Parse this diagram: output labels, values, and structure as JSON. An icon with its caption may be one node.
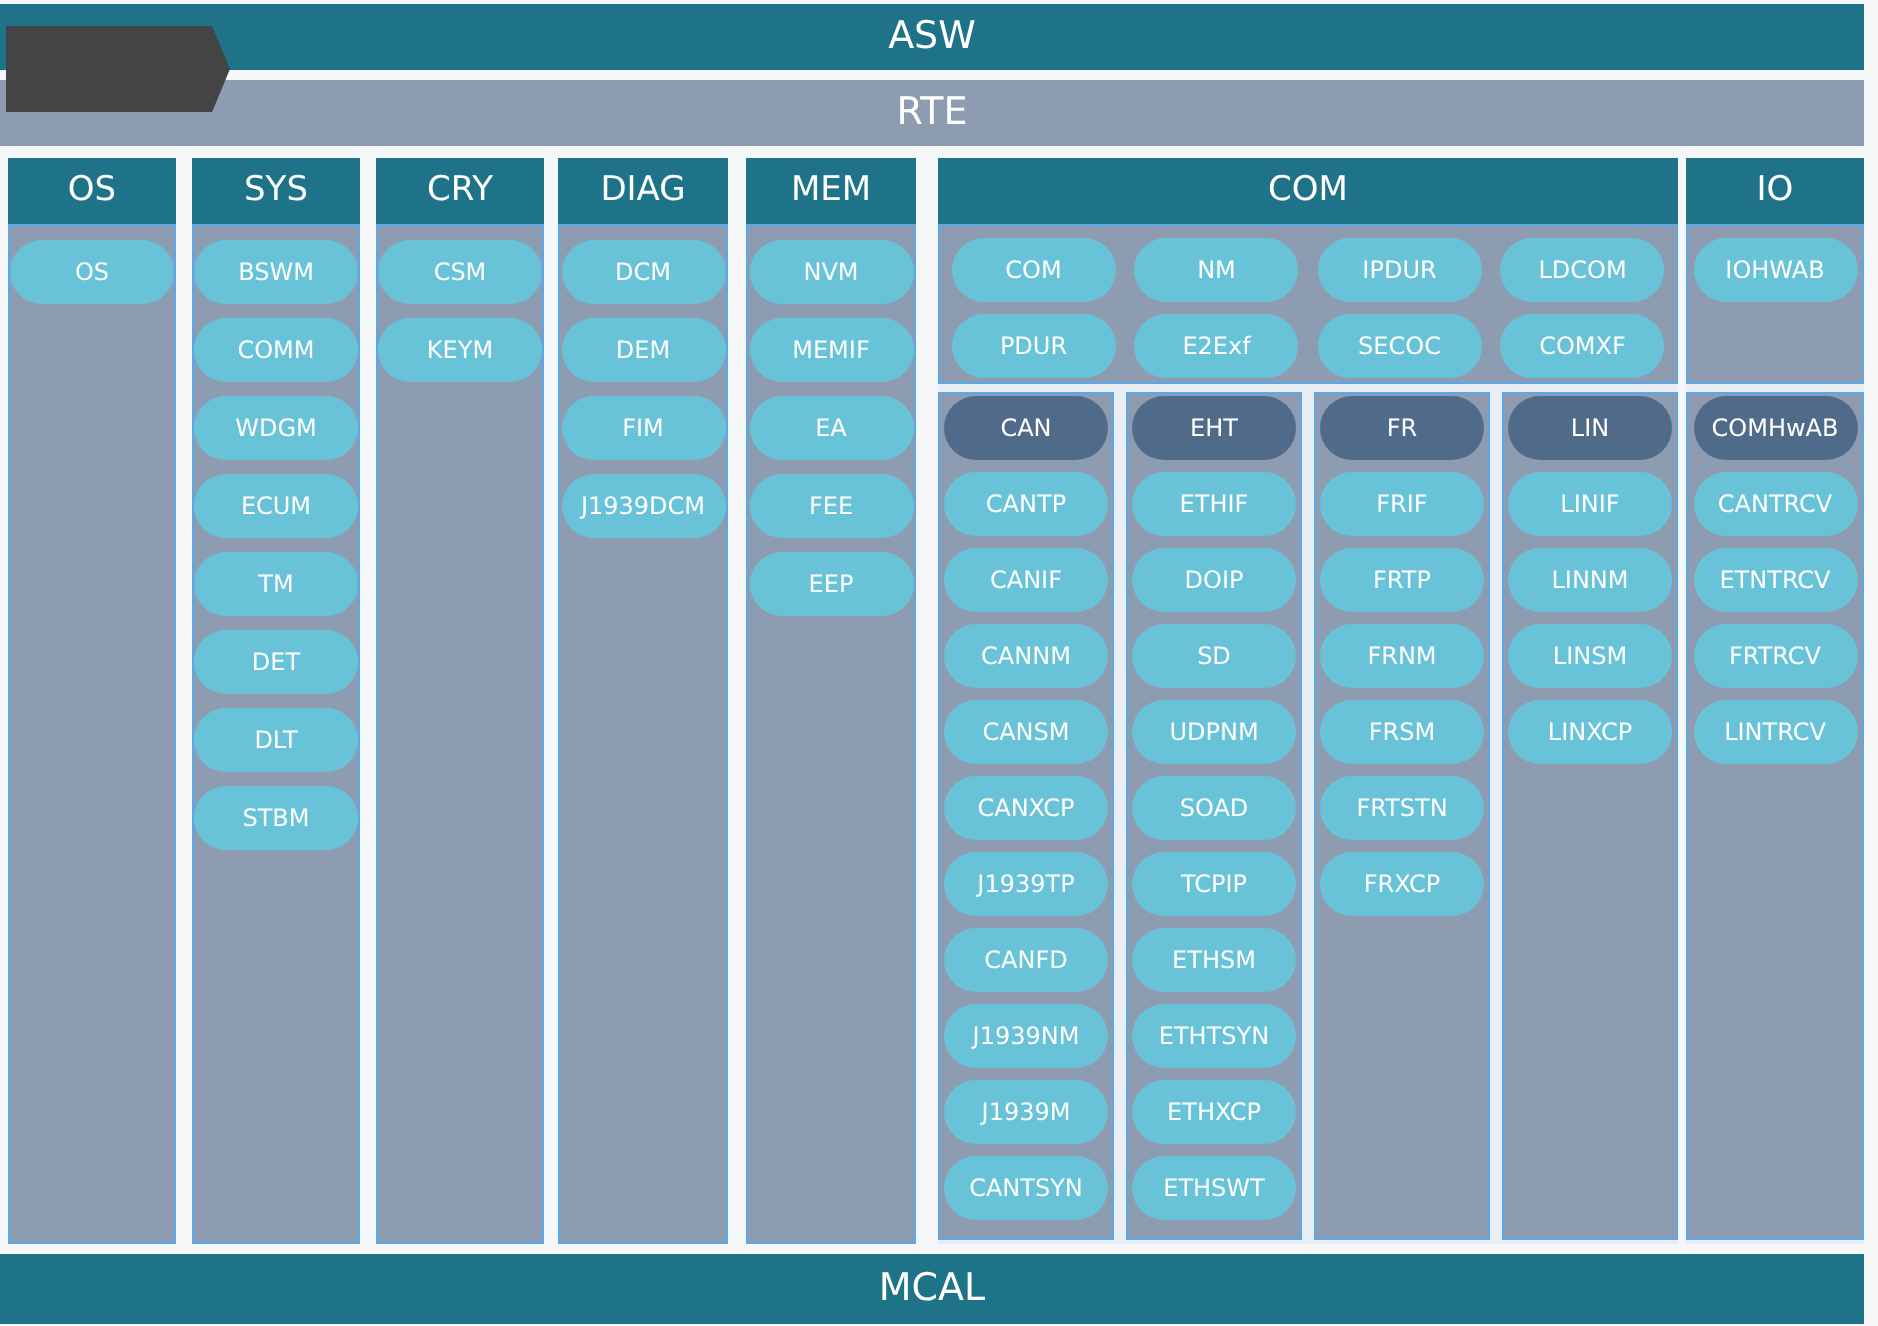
{
  "diagram": {
    "nodes": [
      {
        "text": [
          "ASW"
        ]
      },
      {
        "text": [],
        "shape": "box"
      },
      {
        "text": [
          "RTE"
        ]
      },
      {
        "text": [
          "OS"
        ]
      },
      {
        "text": [
          "OS"
        ],
        "in": 3
      },
      {
        "text": [
          "SYS"
        ]
      },
      {
        "text": [
          "BSWM"
        ],
        "in": 5
      },
      {
        "text": [
          "COMM"
        ],
        "in": 5
      },
      {
        "text": [
          "WDGM"
        ],
        "in": 5
      },
      {
        "text": [
          "ECUM"
        ],
        "in": 5
      },
      {
        "text": [
          "TM"
        ],
        "in": 5
      },
      {
        "text": [
          "DET"
        ],
        "in": 5
      },
      {
        "text": [
          "DLT"
        ],
        "in": 5
      },
      {
        "text": [
          "STBM"
        ],
        "in": 5
      },
      {
        "text": [
          "CRY"
        ]
      },
      {
        "text": [
          "CSM"
        ],
        "in": 14
      },
      {
        "text": [
          "KEYM"
        ],
        "in": 14
      },
      {
        "text": [
          "DIAG"
        ]
      },
      {
        "text": [
          "DCM"
        ],
        "in": 17
      },
      {
        "text": [
          "DEM"
        ],
        "in": 17
      },
      {
        "text": [
          "FIM"
        ],
        "in": 17
      },
      {
        "text": [
          "J1939DCM"
        ],
        "in": 17
      },
      {
        "text": [
          "MEM"
        ]
      },
      {
        "text": [
          "NVM"
        ],
        "in": 22
      },
      {
        "text": [
          "MEMIF"
        ],
        "in": 22
      },
      {
        "text": [
          "EA"
        ],
        "in": 22
      },
      {
        "text": [
          "FEE"
        ],
        "in": 22
      },
      {
        "text": [
          "EEP"
        ],
        "in": 22
      },
      {
        "text": [
          "COM"
        ]
      },
      {
        "text": [
          "COM"
        ],
        "in": 28
      },
      {
        "text": [
          "NM"
        ],
        "in": 28
      },
      {
        "text": [
          "IPDUR"
        ],
        "in": 28
      },
      {
        "text": [
          "LDCOM"
        ],
        "in": 28
      },
      {
        "text": [
          "PDUR"
        ],
        "in": 28
      },
      {
        "text": [
          "E2Exf"
        ],
        "in": 28
      },
      {
        "text": [
          "SECOC"
        ],
        "in": 28
      },
      {
        "text": [
          "COMXF"
        ],
        "in": 28
      },
      {
        "text": [
          "CAN"
        ],
        "in": 28
      },
      {
        "text": [
          "CANTP"
        ],
        "in": 37
      },
      {
        "text": [
          "CANIF"
        ],
        "in": 37
      },
      {
        "text": [
          "CANNM"
        ],
        "in": 37
      },
      {
        "text": [
          "CANSM"
        ],
        "in": 37
      },
      {
        "text": [
          "CANXCP"
        ],
        "in": 37
      },
      {
        "text": [
          "J1939TP"
        ],
        "in": 37
      },
      {
        "text": [
          "CANFD"
        ],
        "in": 37
      },
      {
        "text": [
          "J1939NM"
        ],
        "in": 37
      },
      {
        "text": [
          "J1939M"
        ],
        "in": 37
      },
      {
        "text": [
          "CANTSYN"
        ],
        "in": 37
      },
      {
        "text": [
          "EHT"
        ],
        "in": 28
      },
      {
        "text": [
          "ETHIF"
        ],
        "in": 48
      },
      {
        "text": [
          "DOIP"
        ],
        "in": 48
      },
      {
        "text": [
          "SD"
        ],
        "in": 48
      },
      {
        "text": [
          "UDPNM"
        ],
        "in": 48
      },
      {
        "text": [
          "SOAD"
        ],
        "in": 48
      },
      {
        "text": [
          "TCPIP"
        ],
        "in": 48
      },
      {
        "text": [
          "ETHSM"
        ],
        "in": 48
      },
      {
        "text": [
          "ETHTSYN"
        ],
        "in": 48
      },
      {
        "text": [
          "ETHXCP"
        ],
        "in": 48
      },
      {
        "text": [
          "ETHSWT"
        ],
        "in": 48
      },
      {
        "text": [
          "FR"
        ],
        "in": 28
      },
      {
        "text": [
          "FRIF"
        ],
        "in": 59
      },
      {
        "text": [
          "FRTP"
        ],
        "in": 59
      },
      {
        "text": [
          "FRNM"
        ],
        "in": 59
      },
      {
        "text": [
          "FRSM"
        ],
        "in": 59
      },
      {
        "text": [
          "FRTSTN"
        ],
        "in": 59
      },
      {
        "text": [
          "FRXCP"
        ],
        "in": 59
      },
      {
        "text": [
          "LIN"
        ],
        "in": 28
      },
      {
        "text": [
          "LINIF"
        ],
        "in": 66
      },
      {
        "text": [
          "LINNM"
        ],
        "in": 66
      },
      {
        "text": [
          "LINSM"
        ],
        "in": 66
      },
      {
        "text": [
          "LINXCP"
        ],
        "in": 66
      },
      {
        "text": [
          "IO"
        ]
      },
      {
        "text": [
          "IOHWAB"
        ],
        "in": 71
      },
      {
        "text": [
          "COMHwAB"
        ],
        "in": 71
      },
      {
        "text": [
          "CANTRCV"
        ],
        "in": 73
      },
      {
        "text": [
          "ETNTRCV"
        ],
        "in": 73
      },
      {
        "text": [
          "FRTRCV"
        ],
        "in": 73
      },
      {
        "text": [
          "LINTRCV"
        ],
        "in": 73
      },
      {
        "text": [
          "MCAL"
        ]
      }
    ]
  }
}
